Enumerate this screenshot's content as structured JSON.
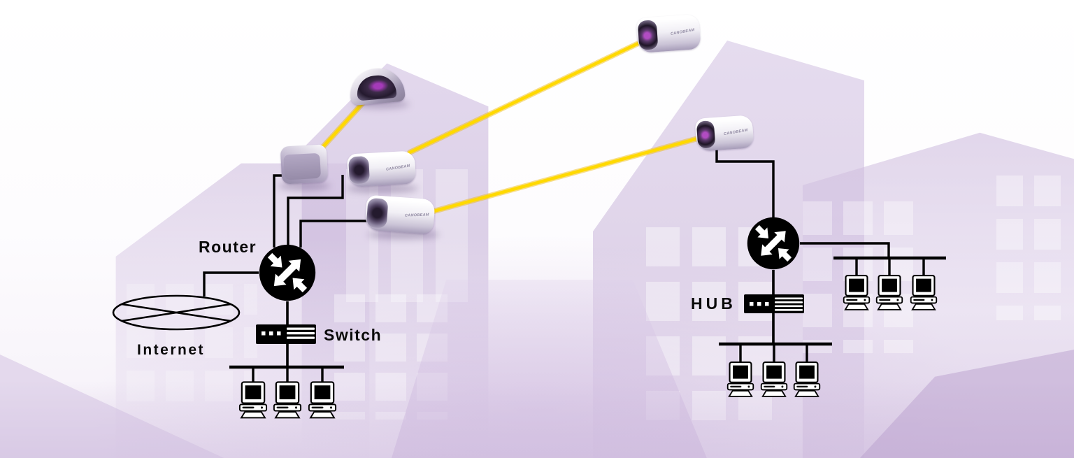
{
  "diagram": {
    "kind": "optical-wireless-network-topology",
    "labels": {
      "router": "Router",
      "switch": "Switch",
      "internet": "Internet",
      "hub": "HUB",
      "device_brand": "CANOBEAM"
    },
    "colors": {
      "beam_yellow": "#FFD900",
      "beam_glow": "#F0B900",
      "diagram_line": "#000000",
      "icon_detail": "#FFFFFF",
      "building_lavender": "#CBB8D8",
      "device_lens_purple": "#A93FB8"
    },
    "topology": {
      "optical_wireless_links": 3,
      "left_site": {
        "wireless_units": 4,
        "router": "Router",
        "switch": "Switch",
        "internet_cloud": "Internet",
        "workstations": 3
      },
      "right_site": {
        "wireless_units": 2,
        "router": "",
        "hub": "HUB",
        "workstation_groups": [
          3,
          3
        ]
      }
    }
  }
}
